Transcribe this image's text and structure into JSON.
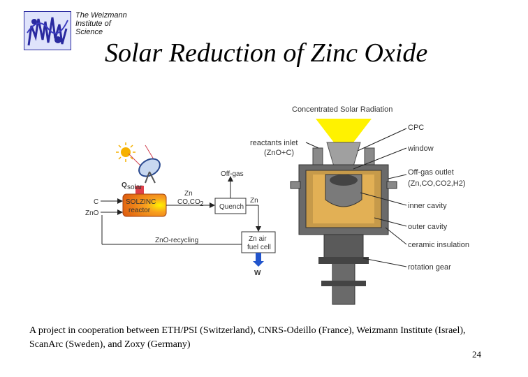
{
  "header": {
    "institute_lines": [
      "The Weizmann",
      "Institute of",
      "Science"
    ],
    "title": "Solar Reduction of Zinc Oxide"
  },
  "schematic": {
    "q_solar": "Q",
    "q_solar_sub": "solar",
    "reactor_line1": "SOLZINC",
    "reactor_line2": "reactor",
    "input_c": "C",
    "input_zno": "ZnO",
    "products_zn": "Zn",
    "products_co": "CO,CO",
    "products_co_sub": "2",
    "offgas": "Off-gas",
    "quench": "Quench",
    "zn_out": "Zn",
    "recycling": "ZnO-recycling",
    "fuelcell_line1": "Zn air",
    "fuelcell_line2": "fuel cell",
    "work": "W"
  },
  "reactor_diagram": {
    "radiation_label": "Concentrated Solar Radiation",
    "inlet_line1": "reactants inlet",
    "inlet_line2": "(ZnO+C)",
    "labels": {
      "cpc": "CPC",
      "window": "window",
      "offgas_outlet": "Off-gas outlet",
      "offgas_composition": "(Zn,CO,CO2,H2)",
      "inner_cavity": "inner cavity",
      "outer_cavity": "outer cavity",
      "ceramic": "ceramic insulation",
      "rotation": "rotation gear"
    }
  },
  "footer": {
    "text": "A project in cooperation between ETH/PSI (Switzerland), CNRS-Odeillo (France), Weizmann Institute (Israel), ScanArc (Sweden), and Zoxy (Germany)",
    "page_number": "24"
  },
  "colors": {
    "sun": "#f6b100",
    "reactor_orange": "#f07a1a",
    "cpc_yellow": "#fff200",
    "cavity_tan": "#c69a4a",
    "arrow_red": "#e0404a",
    "arrow_blue": "#2255cc"
  }
}
